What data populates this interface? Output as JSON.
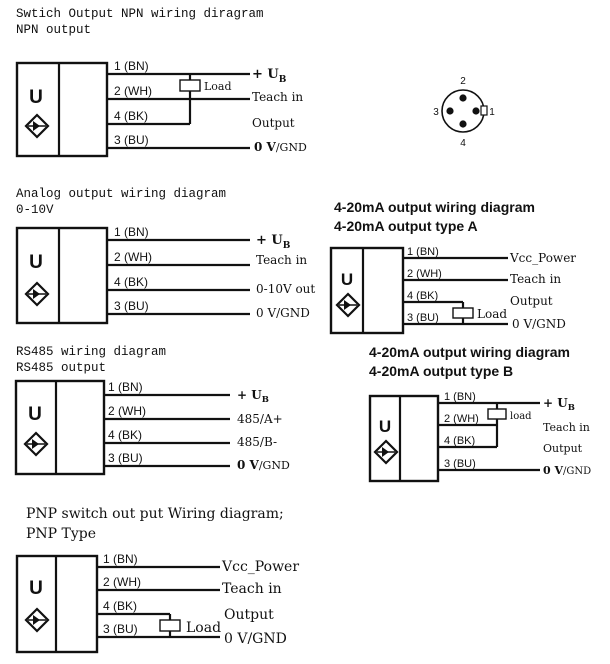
{
  "npn": {
    "title": "Swtich Output NPN wiring diragram",
    "subtitle": "NPN output",
    "u_symbol": "U",
    "wires": [
      "1 (BN)",
      "2 (WH)",
      "4 (BK)",
      "3 (BU)"
    ],
    "load": "Load",
    "plus_u": "+ U",
    "plus_u_sub": "B",
    "teach": "Teach in",
    "output": "Output",
    "zero_v": "0 V",
    "gnd": "/GND"
  },
  "connector": {
    "pins": [
      "2",
      "3",
      "1",
      "4"
    ]
  },
  "analog": {
    "title": "Analog output wiring diagram",
    "subtitle": "0-10V",
    "u_symbol": "U",
    "wires": [
      "1 (BN)",
      "2 (WH)",
      "4 (BK)",
      "3 (BU)"
    ],
    "plus_u": "+ U",
    "plus_u_sub": "B",
    "teach": "Teach in",
    "out": "0-10V out",
    "zero_v": "0 V/GND"
  },
  "ma_a": {
    "title": "4-20mA output wiring diagram",
    "subtitle": "4-20mA output type A",
    "u_symbol": "U",
    "wires": [
      "1 (BN)",
      "2 (WH)",
      "4 (BK)",
      "3 (BU)"
    ],
    "vcc": "Vcc_Power",
    "teach": "Teach in",
    "output": "Output",
    "load": "Load",
    "zero_v": "0 V/GND"
  },
  "rs485": {
    "title": "RS485 wiring diagram",
    "subtitle": "RS485 output",
    "u_symbol": "U",
    "wires": [
      "1 (BN)",
      "2 (WH)",
      "4 (BK)",
      "3 (BU)"
    ],
    "plus_u": "+ U",
    "plus_u_sub": "B",
    "a_plus": "485/A+",
    "b_minus": "485/B-",
    "zero_v": "0 V",
    "gnd": "/GND"
  },
  "ma_b": {
    "title": "4-20mA output wiring diagram",
    "subtitle": "4-20mA output type B",
    "u_symbol": "U",
    "wires": [
      "1 (BN)",
      "2 (WH)",
      "4 (BK)",
      "3 (BU)"
    ],
    "load": "load",
    "plus_u": "+ U",
    "plus_u_sub": "B",
    "teach": "Teach in",
    "output": "Output",
    "zero_v": "0 V",
    "gnd": "/GND"
  },
  "pnp": {
    "title": "PNP switch out put Wiring diagram;",
    "subtitle": "PNP Type",
    "u_symbol": "U",
    "wires": [
      "1 (BN)",
      "2 (WH)",
      "4 (BK)",
      "3 (BU)"
    ],
    "vcc": "Vcc_Power",
    "teach": "Teach in",
    "output": "Output",
    "load": "Load",
    "zero_v": "0 V/GND"
  }
}
